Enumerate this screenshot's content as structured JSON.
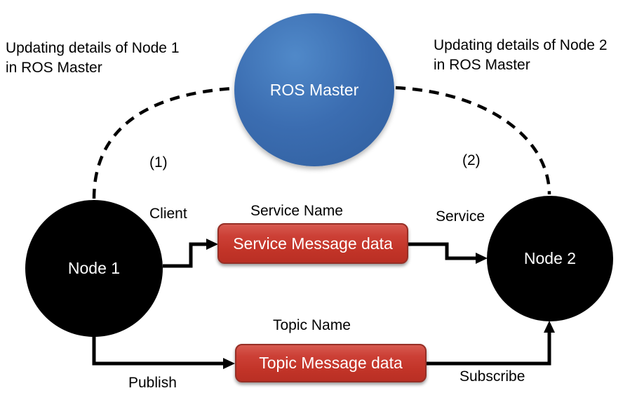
{
  "colors": {
    "master_fill": "#3b6db1",
    "node_fill": "#000000",
    "box_fill": "#c23428",
    "box_border": "#962f26",
    "line_color": "#000000",
    "light_text": "#ffffff",
    "dark_text": "#000000"
  },
  "master": {
    "label": "ROS Master"
  },
  "nodes": {
    "node1": {
      "label": "Node 1"
    },
    "node2": {
      "label": "Node 2"
    }
  },
  "boxes": {
    "service": {
      "label": "Service Message data"
    },
    "topic": {
      "label": "Topic Message data"
    }
  },
  "labels": {
    "updating_node1": "Updating details of Node 1\nin ROS Master",
    "updating_node2": "Updating details of Node 2\nin ROS Master",
    "step1": "(1)",
    "step2": "(2)",
    "client": "Client",
    "service": "Service",
    "service_name": "Service Name",
    "topic_name": "Topic Name",
    "publish": "Publish",
    "subscribe": "Subscribe"
  }
}
